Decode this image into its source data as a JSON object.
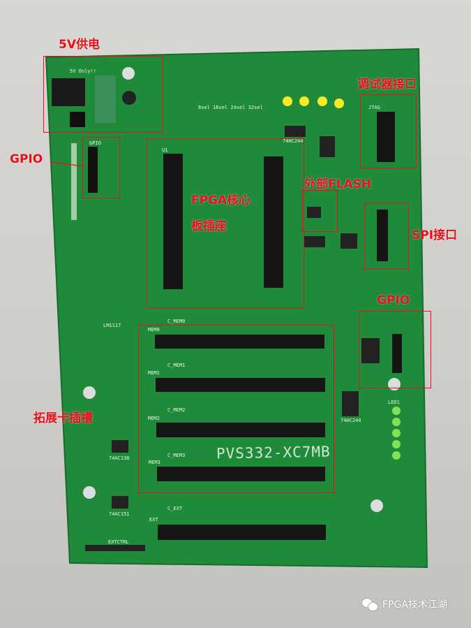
{
  "board": {
    "model_text": "PVS332-XC7MB",
    "pcb_color": "#1f8a3a",
    "annotation_color": "#e8101a"
  },
  "annotations": [
    {
      "id": "power",
      "label": "5V供电"
    },
    {
      "id": "gpio_left",
      "label": "GPIO"
    },
    {
      "id": "debugger",
      "label": "调试器接口"
    },
    {
      "id": "flash",
      "label": "外部FLASH"
    },
    {
      "id": "fpga",
      "label": "FPGA核心板插座",
      "label_line1": "FPGA核心",
      "label_line2": "板插座"
    },
    {
      "id": "spi",
      "label": "SPI接口"
    },
    {
      "id": "gpio_right",
      "label": "GPIO"
    },
    {
      "id": "expansion",
      "label": "拓展卡插槽"
    }
  ],
  "silkscreen": {
    "power": "5V Only!!",
    "jtag": "JTAG",
    "gpio": "GPIO",
    "mem0": "MEM0",
    "mem1": "MEM1",
    "mem2": "MEM2",
    "mem3": "MEM3",
    "ext": "EXT",
    "c_mem0": "C_MEM0",
    "c_mem1": "C_MEM1",
    "c_mem2": "C_MEM2",
    "c_mem3": "C_MEM3",
    "c_ext": "C_EXT",
    "extctrl": "EXTCTRL",
    "u1": "U1",
    "u2": "74HC244",
    "u4": "74AC138",
    "u5": "74AC151",
    "u6": "74HC244",
    "lm1117": "LM1117",
    "led": "LED1",
    "ledsel": "8sel 16sel 24sel 32sel"
  },
  "watermark": {
    "icon": "wechat-icon",
    "text": "FPGA技术江湖"
  }
}
